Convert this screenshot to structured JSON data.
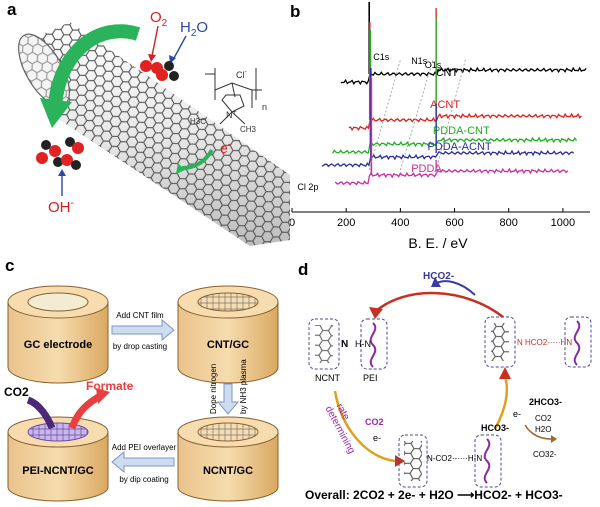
{
  "panels": {
    "a": "a",
    "b": "b",
    "c": "c",
    "d": "d"
  },
  "panel_a": {
    "o2": "O",
    "o2_sub": "2",
    "h2o_h": "H",
    "h2o_sub": "2",
    "h2o_o": "O",
    "oh": "OH",
    "oh_sup": "-",
    "electron": "e",
    "electron_sup": "-",
    "cl": "Cl",
    "cl_sup": "-",
    "n_label": "N",
    "n_sup": "+",
    "h3c": "H3C",
    "ch3": "CH3",
    "n_sub": "n"
  },
  "chart_data": {
    "type": "line",
    "xlabel": "B. E. / eV",
    "xlim": [
      0,
      1100
    ],
    "xticks": [
      0,
      200,
      400,
      600,
      800,
      1000
    ],
    "series": [
      {
        "name": "CNT",
        "color": "#000000"
      },
      {
        "name": "ACNT",
        "color": "#e0201c"
      },
      {
        "name": "PDDA-CNT",
        "color": "#1fb01f"
      },
      {
        "name": "PDDA-ACNT",
        "color": "#2b2ba6"
      },
      {
        "name": "PDDA",
        "color": "#cc2e9e"
      }
    ],
    "annotations": [
      "C1s",
      "N1s",
      "O1s",
      "Cl 2p"
    ]
  },
  "panel_c": {
    "gc_electrode": "GC electrode",
    "cnt_gc": "CNT/GC",
    "ncnt_gc": "NCNT/GC",
    "pei_ncnt_gc": "PEI-NCNT/GC",
    "step1_a": "Add CNT film",
    "step1_b": "by drop casting",
    "step2_a": "Dope nitrogen",
    "step2_b": "by NH3 plasma",
    "step3_a": "Add PEI overlayer",
    "step3_b": "by dip coating",
    "co2": "CO2",
    "formate": "Formate"
  },
  "panel_d": {
    "hco2_top": "HCO2-",
    "n1": "N",
    "hn1": "H-N",
    "ncnt": "NCNT",
    "pei": "PEI",
    "co2": "CO2",
    "e1": "e-",
    "rate1": "rate",
    "rate2": "determining",
    "n_co2_hn": "N-CO2·-····H-N",
    "hco3_mid": "HCO3-",
    "e2": "e-",
    "n_hco2_hn": "N HCO2-····HN",
    "two_hco3": "2HCO3-",
    "co2_h2o_a": "CO2",
    "co2_h2o_b": "H2O",
    "co3": "CO32-",
    "overall": "Overall:  2CO2 + 2e- + H2O ⟶HCO2- +  HCO3-"
  }
}
